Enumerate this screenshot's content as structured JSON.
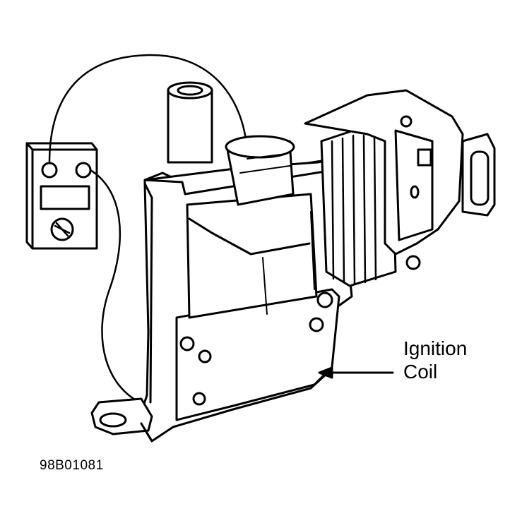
{
  "callout": {
    "line1": "Ignition",
    "line2": "Coil"
  },
  "figure_id": "98B01081",
  "colors": {
    "ink": "#000000",
    "paper": "#ffffff"
  }
}
